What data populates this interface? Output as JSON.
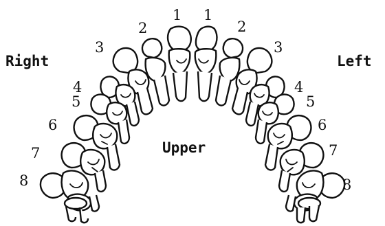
{
  "labels": {
    "right": "Right",
    "left": "Left",
    "center": "Upper"
  },
  "tooth_numbers": {
    "right": [
      "1",
      "2",
      "3",
      "4",
      "5",
      "6",
      "7",
      "8"
    ],
    "left": [
      "1",
      "2",
      "3",
      "4",
      "5",
      "6",
      "7",
      "8"
    ]
  },
  "colors": {
    "ink": "#111111",
    "background": "#ffffff"
  }
}
